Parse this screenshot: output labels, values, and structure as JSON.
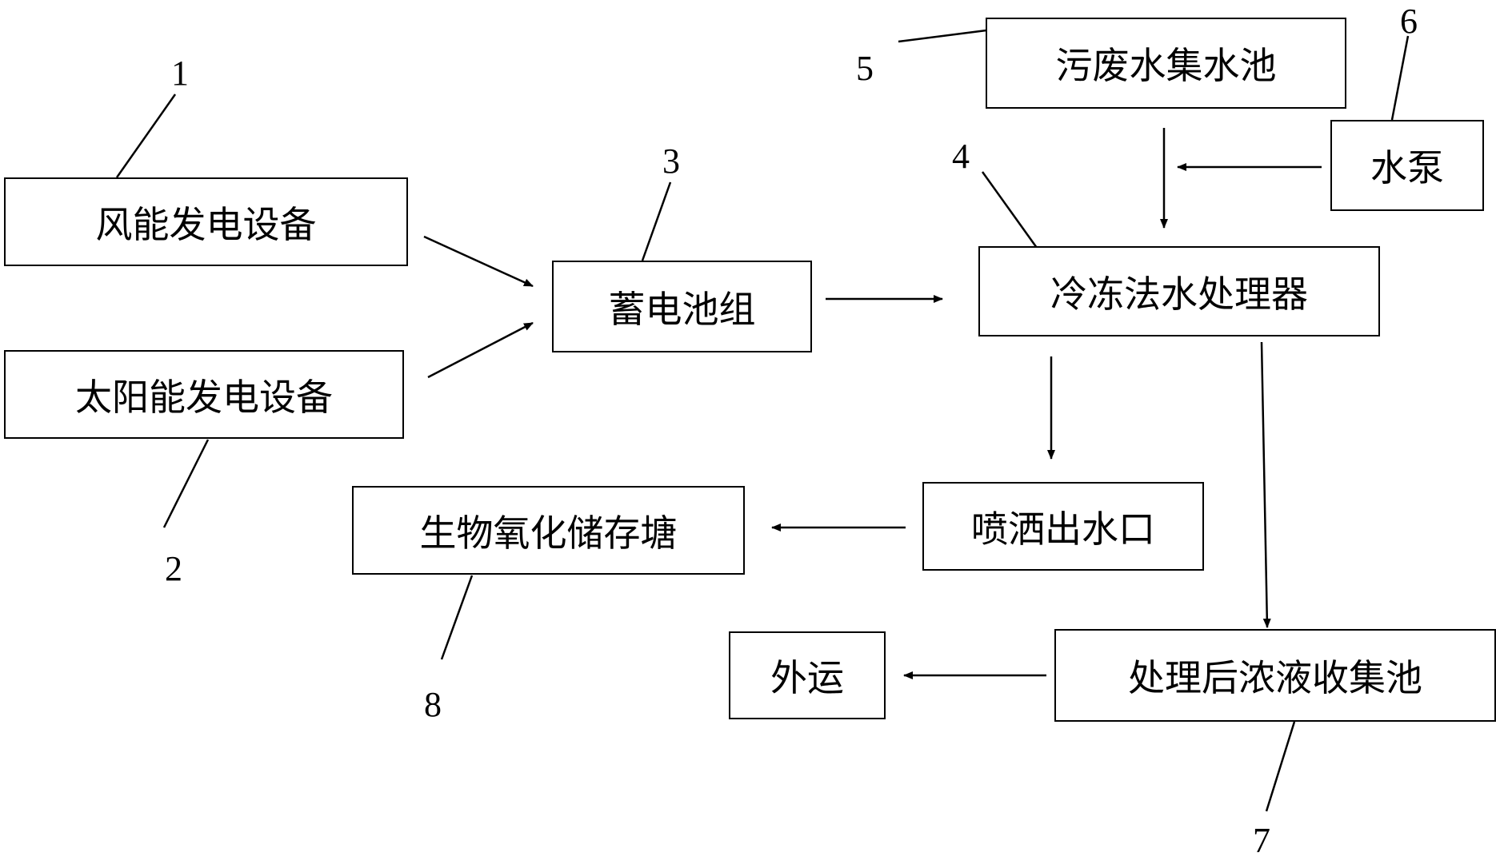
{
  "boxes": {
    "wind": "风能发电设备",
    "solar": "太阳能发电设备",
    "battery": "蓄电池组",
    "freezer": "冷冻法水处理器",
    "wastewater": "污废水集水池",
    "pump": "水泵",
    "sprinkler": "喷洒出水口",
    "bio": "生物氧化储存塘",
    "concentrate": "处理后浓液收集池",
    "transport": "外运"
  },
  "labels": {
    "n1": "1",
    "n2": "2",
    "n3": "3",
    "n4": "4",
    "n5": "5",
    "n6": "6",
    "n7": "7",
    "n8": "8"
  }
}
